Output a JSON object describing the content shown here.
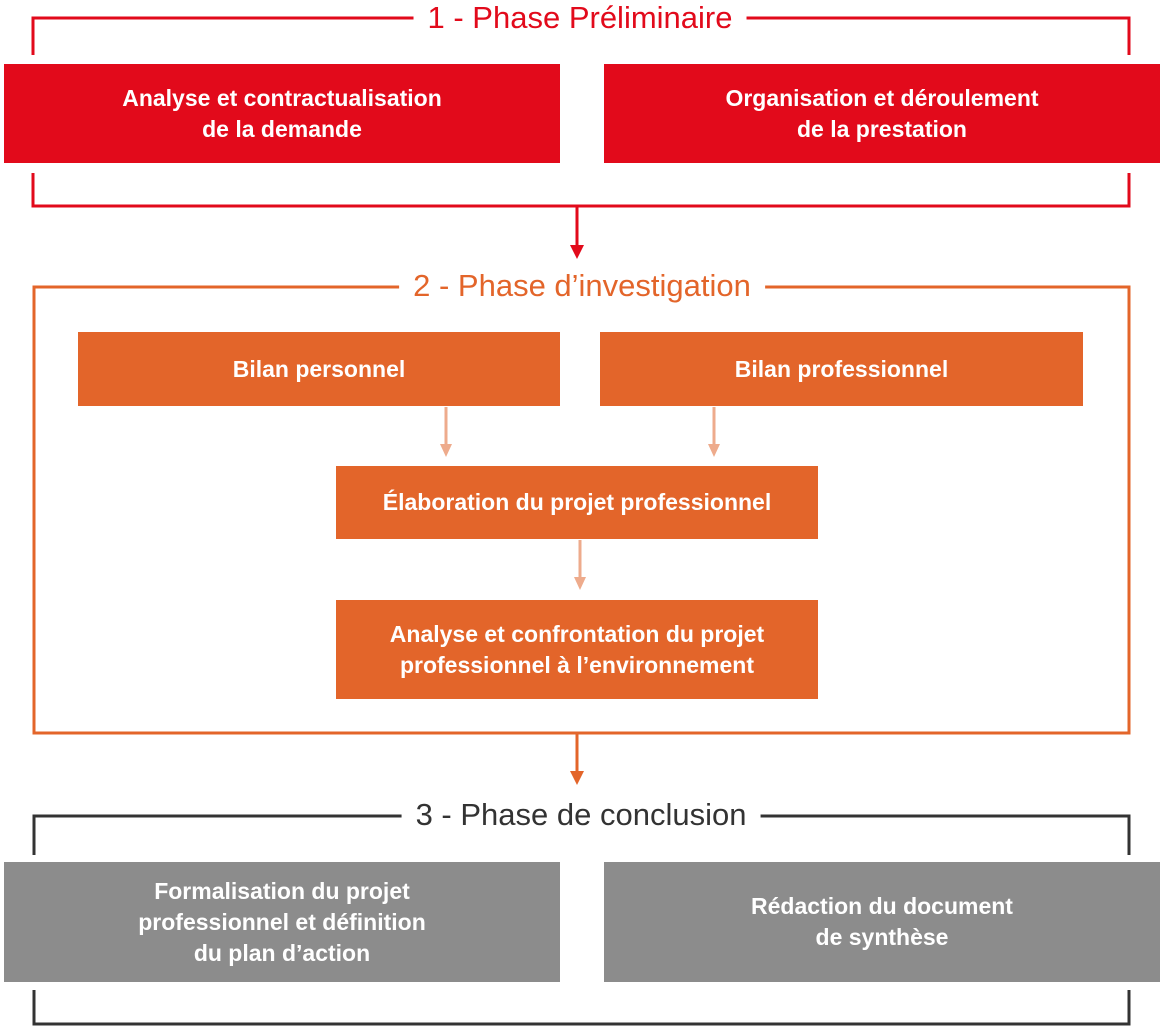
{
  "colors": {
    "red": "#e20a1b",
    "orange": "#e3652a",
    "light_orange": "#eeab8c",
    "grey": "#8c8c8c",
    "dark": "#333333"
  },
  "phases": [
    {
      "title": "1 - Phase Préliminaire",
      "boxes": [
        "Analyse et contractualisation\nde la demande",
        "Organisation et déroulement\nde la prestation"
      ]
    },
    {
      "title": "2 - Phase d’investigation",
      "boxes": [
        "Bilan personnel",
        "Bilan professionnel",
        "Élaboration du projet professionnel",
        "Analyse et confrontation du projet\nprofessionnel à l’environnement"
      ]
    },
    {
      "title": "3 - Phase de conclusion",
      "boxes": [
        "Formalisation du projet\nprofessionnel et définition\ndu plan d’action",
        "Rédaction du document\nde synthèse"
      ]
    }
  ]
}
